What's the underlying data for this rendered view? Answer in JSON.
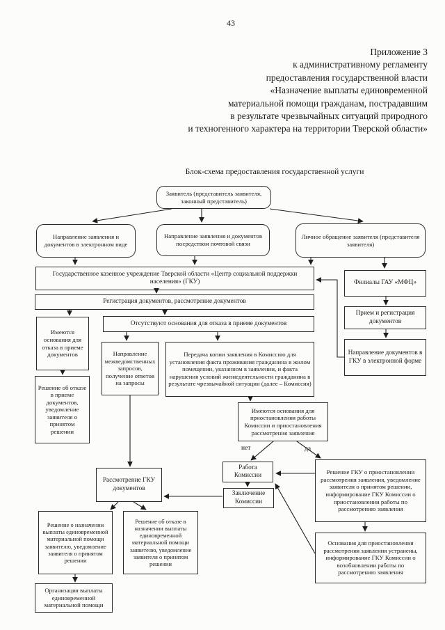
{
  "page": {
    "number": "43"
  },
  "header": {
    "lines": [
      "Приложение 3",
      "к административному регламенту",
      "предоставления государственной власти",
      "«Назначение выплаты единовременной",
      "материальной помощи гражданам, пострадавшим",
      "в результате чрезвычайных ситуаций природного",
      "и техногенного характера на территории Тверской области»"
    ]
  },
  "diagram": {
    "title": "Блок-схема предоставления государственной услуги",
    "edge_labels": {
      "no": "нет",
      "yes": "да"
    },
    "nodes": [
      {
        "id": "applicant",
        "text": "Заявитель (представитель заявителя, законный представитель)"
      },
      {
        "id": "channel-electronic",
        "text": "Направление заявления и документов в электронном виде"
      },
      {
        "id": "channel-mail",
        "text": "Направление заявления и документов посредством почтовой связи"
      },
      {
        "id": "channel-personal",
        "text": "Личное обращение заявителя (представителя заявителя)"
      },
      {
        "id": "gku",
        "text": "Государственное казенное учреждение Тверской области «Центр социальной поддержки населения» (ГКУ)"
      },
      {
        "id": "registration",
        "text": "Регистрация документов, рассмотрение документов"
      },
      {
        "id": "mfc",
        "text": "Филиалы ГАУ «МФЦ»"
      },
      {
        "id": "mfc-reception",
        "text": "Прием и регистрация документов"
      },
      {
        "id": "mfc-send",
        "text": "Направление документов в ГКУ  в электронной форме"
      },
      {
        "id": "refuse-grounds",
        "text": "Имеются основания для отказа в приеме документов"
      },
      {
        "id": "no-refuse-grounds",
        "text": "Отсутствуют основания для отказа в  приеме документов"
      },
      {
        "id": "interagency",
        "text": "Направление межведомственных запросов, получение ответов на запросы"
      },
      {
        "id": "commission-transfer",
        "text": "Передача копии  заявления в Комиссию для установления факта проживания гражданина в жилом помещении, указанном в заявлении, и факта нарушения условий жизнедеятельности гражданина в результате чрезвычайной ситуации (далее – Комиссия)"
      },
      {
        "id": "refuse-decision",
        "text": "Решение об отказе в приеме документов, уведомление заявителя о принятом решении"
      },
      {
        "id": "suspend-grounds",
        "text": "Имеются основания для приостановления работы Комиссии и приостановления рассмотрения заявления"
      },
      {
        "id": "commission-work",
        "text": "Работа Комиссии"
      },
      {
        "id": "commission-conclusion",
        "text": "Заключение Комиссии"
      },
      {
        "id": "gku-review",
        "text": "Рассмотрение ГКУ документов"
      },
      {
        "id": "suspend-decision",
        "text": "Решение ГКУ о приостановлении рассмотрения заявления, уведомление заявителя о принятом решении, информирование ГКУ Комиссии о приостановлении работы по рассмотрению заявления"
      },
      {
        "id": "resume",
        "text": "Основания для приостановления рассмотрения заявления устранены, информирование ГКУ Комиссии о возобновлении работы по рассмотрению заявления"
      },
      {
        "id": "grant-decision",
        "text": "Решение о назначении выплаты единовременной материальной помощи заявителю, уведомление заявителя о принятом решении"
      },
      {
        "id": "deny-decision",
        "text": "Решение об отказе в назначении выплаты единовременной материальной помощи заявителю, уведомление заявителя о принятом решении"
      },
      {
        "id": "payment",
        "text": "Организация выплаты единовременной материальной помощи"
      }
    ]
  }
}
